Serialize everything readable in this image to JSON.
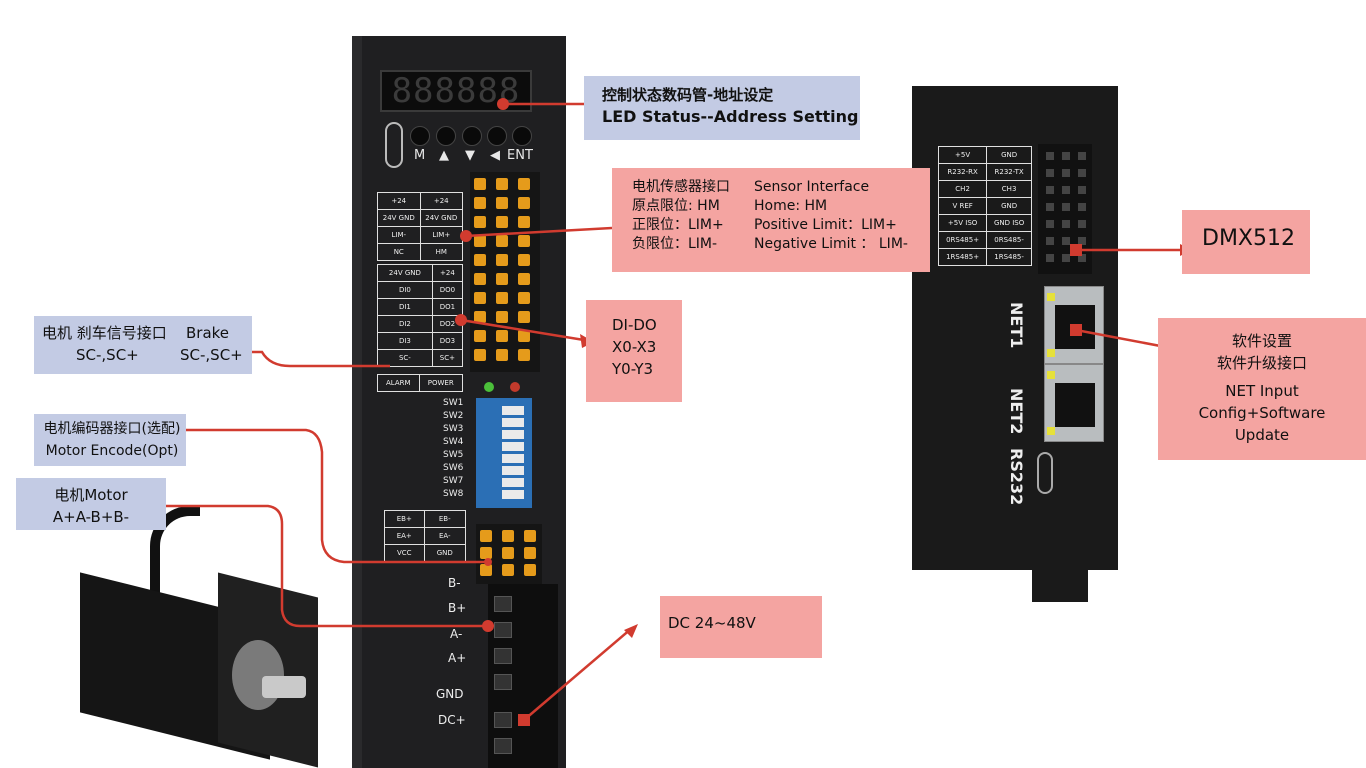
{
  "colors": {
    "callout_blue": "#c3cbe4",
    "callout_pink": "#f4a4a1",
    "leader": "#d13b2f",
    "device": "#1f1f21",
    "terminal_orange": "#e59b1b",
    "dip_blue": "#2b6fb5"
  },
  "callouts": {
    "led_status": {
      "line1": "控制状态数码管-地址设定",
      "line2": "LED Status--Address Setting"
    },
    "sensor": {
      "cn": [
        "电机传感器接口",
        "原点限位: HM",
        "正限位：LIM+",
        "负限位：LIM-"
      ],
      "en": [
        "Sensor Interface",
        "Home: HM",
        "Positive Limit：LIM+",
        "Negative Limit ： LIM-"
      ]
    },
    "dido": {
      "lines": [
        "DI-DO",
        "X0-X3",
        "Y0-Y3"
      ]
    },
    "brake": {
      "line1_cn": "电机 刹车信号接口",
      "line1_en": "Brake",
      "line2_left": "SC-,SC+",
      "line2_right": "SC-,SC+"
    },
    "encoder": {
      "line1": "电机编码器接口(选配)",
      "line2": "Motor Encode(Opt)"
    },
    "motor": {
      "line1": "电机Motor",
      "line2": "A+A-B+B-"
    },
    "dc": {
      "text": "DC 24~48V"
    },
    "dmx": {
      "text": "DMX512"
    },
    "net": {
      "lines": [
        "软件设置",
        "软件升级接口",
        "NET Input",
        "Config+Software",
        "Update"
      ]
    }
  },
  "driver": {
    "led_display": "888888",
    "button_labels": [
      "M",
      "▲",
      "▼",
      "◀",
      "ENT"
    ],
    "sensor_terminal": [
      [
        "+24",
        "+24"
      ],
      [
        "24V GND",
        "24V GND"
      ],
      [
        "LIM-",
        "LIM+"
      ],
      [
        "NC",
        "HM"
      ]
    ],
    "io_terminal": [
      [
        "24V GND",
        "+24"
      ],
      [
        "DI0",
        "DO0"
      ],
      [
        "DI1",
        "DO1"
      ],
      [
        "DI2",
        "DO2"
      ],
      [
        "DI3",
        "DO3"
      ],
      [
        "SC-",
        "SC+"
      ]
    ],
    "status_labels": [
      "ALARM",
      "POWER"
    ],
    "dip_switch_labels": [
      "SW1",
      "SW2",
      "SW3",
      "SW4",
      "SW5",
      "SW6",
      "SW7",
      "SW8"
    ],
    "encoder_terminal": [
      [
        "EB+",
        "EB-"
      ],
      [
        "EA+",
        "EA-"
      ],
      [
        "VCC",
        "GND"
      ]
    ],
    "power_labels": [
      "B-",
      "B+",
      "A-",
      "A+",
      "GND",
      "DC+"
    ]
  },
  "unit2": {
    "pin_table": [
      [
        "+5V",
        "GND"
      ],
      [
        "R232-RX",
        "R232-TX"
      ],
      [
        "CH2",
        "CH3"
      ],
      [
        "V REF",
        "GND"
      ],
      [
        "+5V ISO",
        "GND ISO"
      ],
      [
        "0RS485+",
        "0RS485-"
      ],
      [
        "1RS485+",
        "1RS485-"
      ]
    ],
    "port_labels": [
      "NET1",
      "NET2",
      "RS232"
    ]
  }
}
